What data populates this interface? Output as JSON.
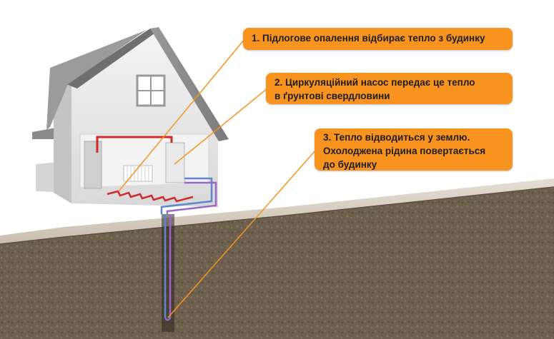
{
  "callouts": [
    {
      "lines": [
        "1. Підлогове опалення відбирає тепло з будинку"
      ]
    },
    {
      "lines": [
        "2. Циркуляційний насос передає це тепло",
        "в ґрунтові свердловини"
      ]
    },
    {
      "lines": [
        "3. Тепло відводиться у землю.",
        "Охолоджена рідина повертається",
        "до будинку"
      ]
    }
  ],
  "colors": {
    "callout_fill": "#f7931e",
    "leader_line": "#f7931e",
    "soil": "#6b5d4d",
    "soil_top": "#d8d0c4",
    "roof": "#8e8e8e",
    "wall": "#e6e6e6",
    "hot_pipe": "#d12a2a",
    "cold_pipe": "#5a88c8"
  }
}
